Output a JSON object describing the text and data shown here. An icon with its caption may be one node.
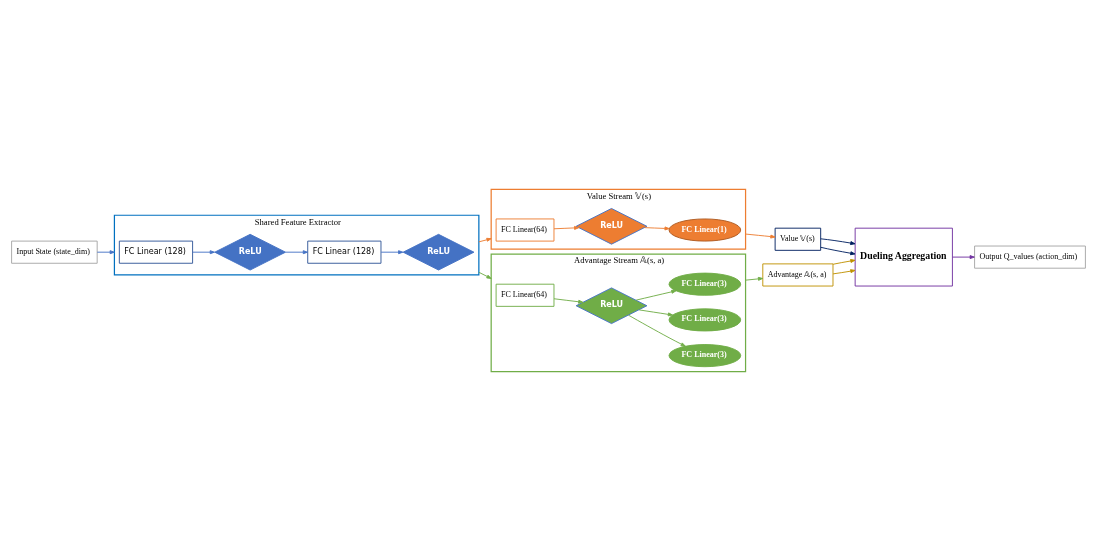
{
  "diagram": {
    "nodes": [
      {
        "text": [
          "Input State (state_dim)"
        ]
      },
      {
        "text": [
          "Shared Feature Extractor"
        ]
      },
      {
        "text": [
          "FC Linear (128)"
        ],
        "in": 1
      },
      {
        "text": [
          "ReLU"
        ],
        "in": 1
      },
      {
        "text": [
          "FC Linear (128)"
        ],
        "in": 1
      },
      {
        "text": [
          "ReLU"
        ],
        "in": 1
      },
      {
        "text": [
          "Value Stream 𝕍(s)"
        ]
      },
      {
        "text": [
          "FC Linear(64)"
        ],
        "in": 6
      },
      {
        "text": [
          "ReLU"
        ],
        "in": 6
      },
      {
        "text": [
          "FC Linear(1)"
        ],
        "in": 6
      },
      {
        "text": [
          "Advantage Stream 𝔸(s, a)"
        ]
      },
      {
        "text": [
          "FC Linear(64)"
        ],
        "in": 10
      },
      {
        "text": [
          "ReLU"
        ],
        "in": 10
      },
      {
        "text": [
          "FC Linear(3)"
        ],
        "in": 10
      },
      {
        "text": [
          "FC Linear(3)"
        ],
        "in": 10
      },
      {
        "text": [
          "FC Linear(3)"
        ],
        "in": 10
      },
      {
        "text": [
          "Value 𝕍(s)"
        ]
      },
      {
        "text": [
          "Advantage 𝔸(s, a)"
        ]
      },
      {
        "text": [
          "Dueling Aggregation"
        ]
      },
      {
        "text": [
          "Output Q_values (action_dim)"
        ]
      }
    ],
    "edges": [
      {
        "from": 0,
        "to": 1,
        "arrow": "to",
        "color": "#4472c4"
      },
      {
        "from": 2,
        "to": 3,
        "arrow": "to",
        "color": "#4472c4"
      },
      {
        "from": 3,
        "to": 4,
        "arrow": "to",
        "color": "#4472c4"
      },
      {
        "from": 4,
        "to": 5,
        "arrow": "to",
        "color": "#4472c4"
      },
      {
        "from": 1,
        "to": 6,
        "arrow": "to",
        "color": "#ed7d31"
      },
      {
        "from": 1,
        "to": 10,
        "arrow": "to"
      },
      {
        "from": 7,
        "to": 8,
        "arrow": "to",
        "color": "#ed7d31"
      },
      {
        "from": 8,
        "to": 9,
        "arrow": "to",
        "color": "#ed7d31"
      },
      {
        "from": 11,
        "to": 12,
        "arrow": "to"
      },
      {
        "from": 12,
        "to": 13,
        "arrow": "to"
      },
      {
        "from": 12,
        "to": 14,
        "arrow": "to"
      },
      {
        "from": 12,
        "to": 15,
        "arrow": "to"
      },
      {
        "from": 6,
        "to": 16,
        "arrow": "to",
        "color": "#ed7d31"
      },
      {
        "from": 10,
        "to": 17,
        "arrow": "to"
      },
      {
        "from": 16,
        "to": 18,
        "arrow": "to",
        "color": "#002060"
      },
      {
        "from": 16,
        "to": 18,
        "arrow": "to",
        "color": "#002060"
      },
      {
        "from": 17,
        "to": 18,
        "arrow": "to",
        "color": "#bf9000"
      },
      {
        "from": 17,
        "to": 18,
        "arrow": "to",
        "color": "#bf9000"
      },
      {
        "from": 18,
        "to": 19,
        "arrow": "to",
        "color": "#7030a0"
      }
    ]
  }
}
